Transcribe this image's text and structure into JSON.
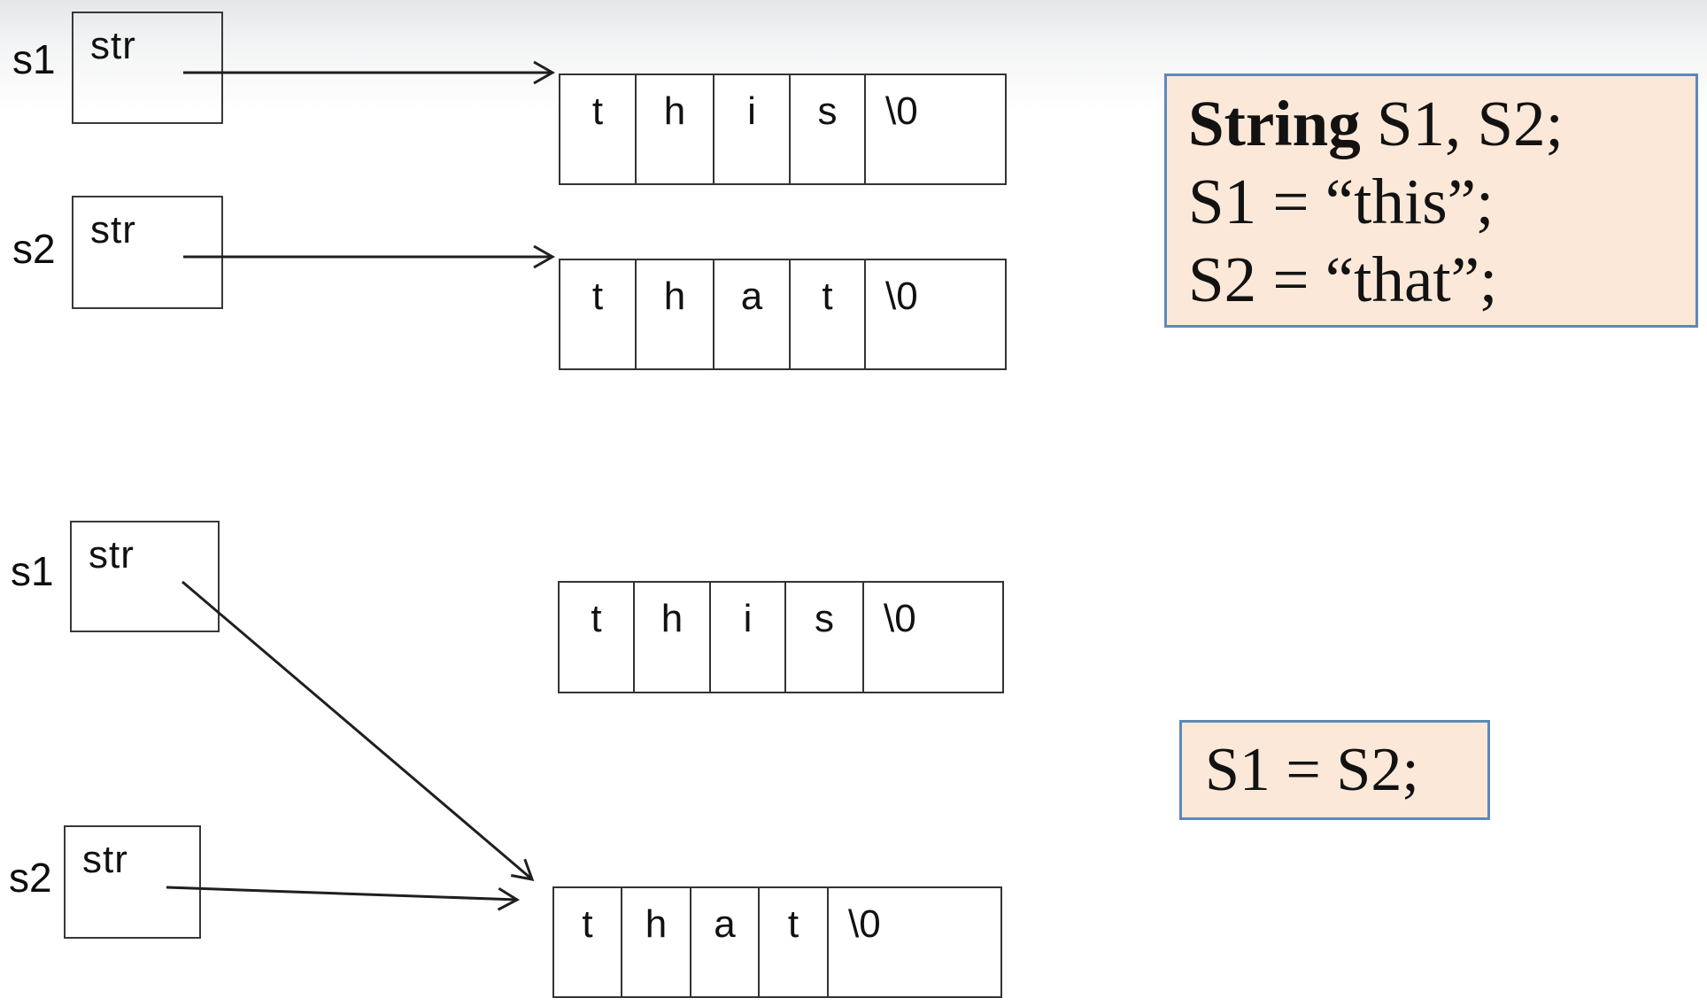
{
  "colors": {
    "code_box_fill": "#fce8d8",
    "code_box_border": "#5e88ba",
    "arrow_color": "#1f1f1f"
  },
  "before_state": {
    "s1": {
      "label": "s1",
      "field": "str"
    },
    "s2": {
      "label": "s2",
      "field": "str"
    },
    "this_array": [
      "t",
      "h",
      "i",
      "s",
      "\\0"
    ],
    "that_array": [
      "t",
      "h",
      "a",
      "t",
      "\\0"
    ]
  },
  "after_state": {
    "s1": {
      "label": "s1",
      "field": "str"
    },
    "s2": {
      "label": "s2",
      "field": "str"
    },
    "this_array": [
      "t",
      "h",
      "i",
      "s",
      "\\0"
    ],
    "that_array": [
      "t",
      "h",
      "a",
      "t",
      "\\0"
    ]
  },
  "code_box_declare": {
    "line1_keyword": "String",
    "line1_rest": " S1, S2;",
    "line2": "S1 = “this”;",
    "line3": "S2 = “that”;"
  },
  "code_box_assign": {
    "text": "S1 = S2;"
  }
}
